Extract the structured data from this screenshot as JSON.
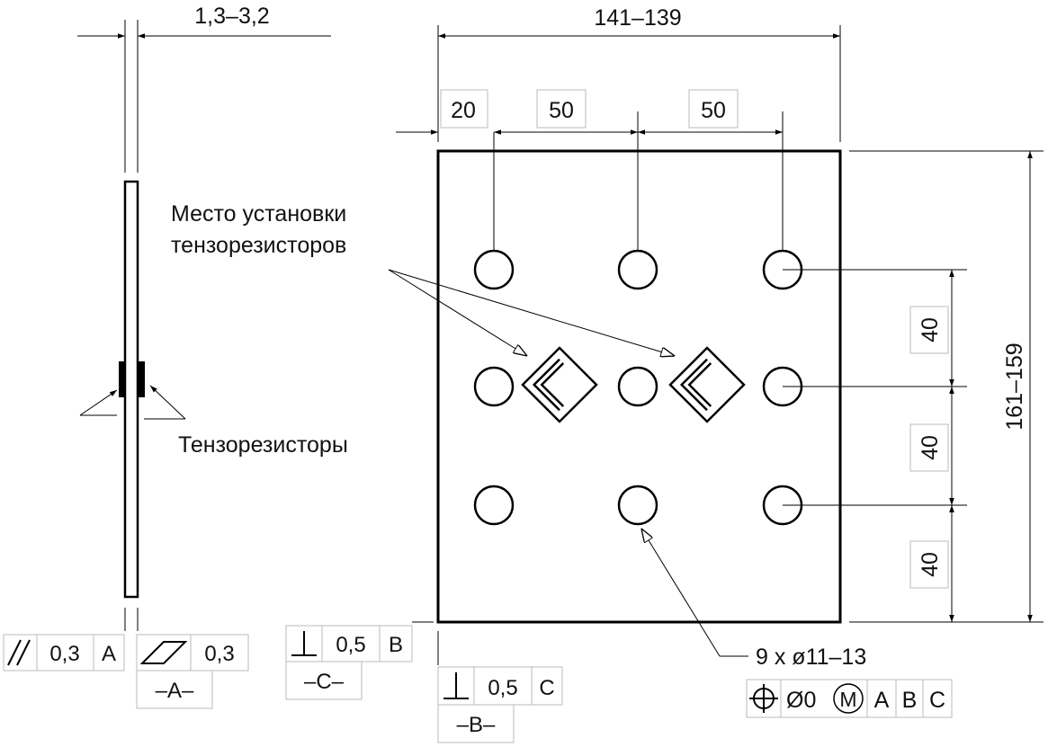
{
  "side_view": {
    "thickness_dim": "1,3–3,2",
    "sensors_label": "Тензорезисторы",
    "parallelism_frame": {
      "symbol_name": "parallelism-symbol",
      "tolerance": "0,3",
      "datum": "A"
    },
    "flatness_frame": {
      "symbol_name": "flatness-symbol",
      "tolerance": "0,3"
    },
    "datum_A": "–A–"
  },
  "front_view": {
    "width_dim": "141–139",
    "height_dim": "161–159",
    "edge_offset_dim": "20",
    "hole_spacing_x": [
      "50",
      "50"
    ],
    "hole_spacing_y": [
      "40",
      "40",
      "40"
    ],
    "sensor_place_label": [
      "Место установки",
      "тензорезисторов"
    ],
    "holes_callout": "9 x ø11–13",
    "position_frame": {
      "symbol_name": "position-symbol",
      "tolerance": "Ø0",
      "modifier": "M",
      "datums": [
        "A",
        "B",
        "C"
      ]
    },
    "perp_frame_left": {
      "symbol_name": "perpendicularity-symbol",
      "tolerance": "0,5",
      "datum": "B"
    },
    "datum_C": "–C–",
    "perp_frame_bottom": {
      "symbol_name": "perpendicularity-symbol",
      "tolerance": "0,5",
      "datum": "C"
    },
    "datum_B": "–B–"
  }
}
